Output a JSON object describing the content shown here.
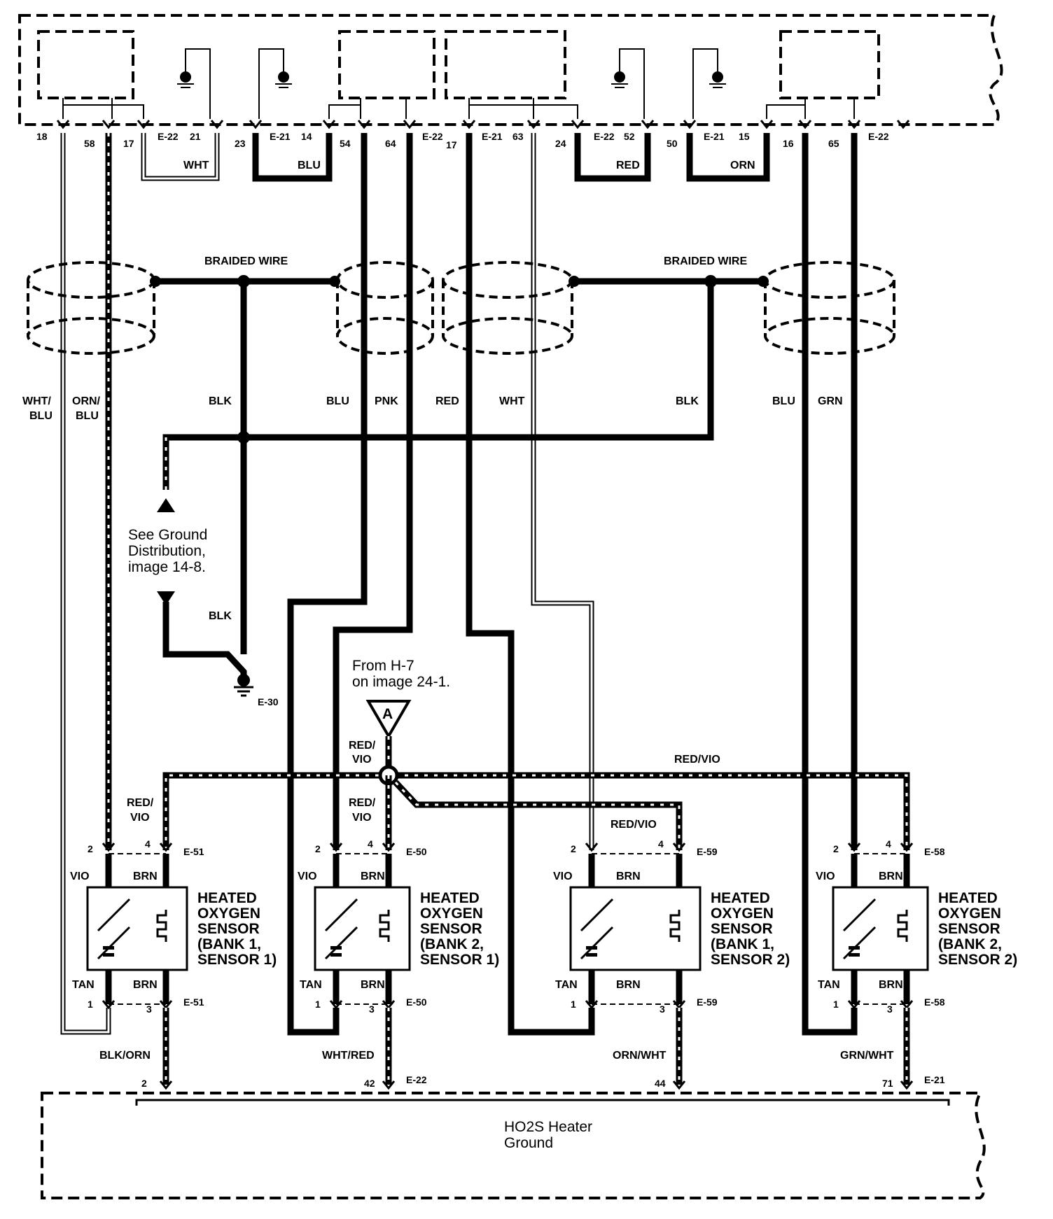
{
  "braided_wire_labels": [
    "BRAIDED WIRE",
    "BRAIDED WIRE"
  ],
  "top_pins": [
    {
      "num": "18"
    },
    {
      "num": "58"
    },
    {
      "num": "17"
    },
    {
      "num": "21",
      "conn": "E-22"
    },
    {
      "num": "23"
    },
    {
      "num": "14",
      "conn": "E-21"
    },
    {
      "num": "54"
    },
    {
      "num": "64"
    },
    {
      "num": "17",
      "conn": "E-22"
    },
    {
      "num": "63",
      "conn": "E-21"
    },
    {
      "num": "24"
    },
    {
      "num": "52",
      "conn": "E-22"
    },
    {
      "num": "50"
    },
    {
      "num": "15",
      "conn": "E-21"
    },
    {
      "num": "16"
    },
    {
      "num": "65"
    },
    {
      "num": "",
      "conn": "E-22"
    }
  ],
  "jumper_labels": [
    "WHT",
    "BLU",
    "RED",
    "ORN"
  ],
  "wire_colors": [
    "WHT/",
    "BLU",
    "ORN/",
    "BLU",
    "BLK",
    "BLU",
    "PNK",
    "RED",
    "WHT",
    "BLK",
    "BLU",
    "GRN"
  ],
  "ground_note": [
    "See Ground",
    "Distribution,",
    "image 14-8."
  ],
  "blk_lower": "BLK",
  "ground_conn": "E-30",
  "from_note": [
    "From H-7",
    "on image 24-1."
  ],
  "connector_a": "A",
  "red_vio_labels": [
    "RED/",
    "VIO",
    "RED/VIO",
    "RED/",
    "VIO",
    "RED/",
    "VIO",
    "RED/VIO"
  ],
  "sensors": [
    {
      "name": [
        "HEATED",
        "OXYGEN",
        "SENSOR",
        "(BANK 1,",
        "SENSOR 1)"
      ],
      "conn": "E-51",
      "p2": "2",
      "p4": "4",
      "p1": "1",
      "p3": "3",
      "w2": "VIO",
      "w4": "BRN",
      "w1": "TAN",
      "w3": "BRN",
      "out": "BLK/ORN",
      "outpin": "2",
      "outconn": ""
    },
    {
      "name": [
        "HEATED",
        "OXYGEN",
        "SENSOR",
        "(BANK 2,",
        "SENSOR 1)"
      ],
      "conn": "E-50",
      "p2": "2",
      "p4": "4",
      "p1": "1",
      "p3": "3",
      "w2": "VIO",
      "w4": "BRN",
      "w1": "TAN",
      "w3": "BRN",
      "out": "WHT/RED",
      "outpin": "42",
      "outconn": "E-22"
    },
    {
      "name": [
        "HEATED",
        "OXYGEN",
        "SENSOR",
        "(BANK 1,",
        "SENSOR 2)"
      ],
      "conn": "E-59",
      "p2": "2",
      "p4": "4",
      "p1": "1",
      "p3": "3",
      "w2": "VIO",
      "w4": "BRN",
      "w1": "TAN",
      "w3": "BRN",
      "out": "ORN/WHT",
      "outpin": "44",
      "outconn": ""
    },
    {
      "name": [
        "HEATED",
        "OXYGEN",
        "SENSOR",
        "(BANK 2,",
        "SENSOR 2)"
      ],
      "conn": "E-58",
      "p2": "2",
      "p4": "4",
      "p1": "1",
      "p3": "3",
      "w2": "VIO",
      "w4": "BRN",
      "w1": "TAN",
      "w3": "BRN",
      "out": "GRN/WHT",
      "outpin": "71",
      "outconn": "E-21"
    }
  ],
  "bottom_box": [
    "HO2S Heater",
    "Ground"
  ]
}
